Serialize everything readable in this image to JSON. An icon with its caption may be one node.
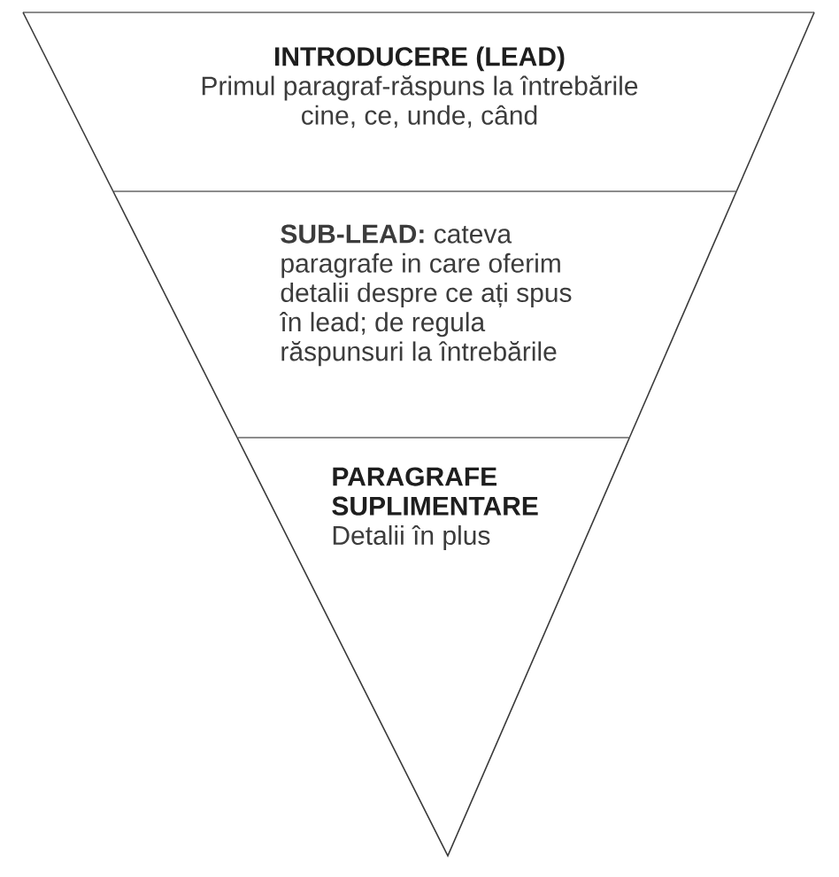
{
  "diagram": {
    "nodes": [
      {
        "text": [
          "INTRODUCERE (LEAD)",
          "Primul paragraf-răspuns la întrebările cine, ce, unde, când"
        ]
      },
      {
        "text": [
          "**SUB-LEAD:** cateva paragrafe in care oferim detalii despre ce ați spus în lead; de regula răspunsuri la întrebările"
        ]
      },
      {
        "text": [
          "PARAGRAFE SUPLIMENTARE",
          "Detalii în plus"
        ]
      }
    ]
  }
}
